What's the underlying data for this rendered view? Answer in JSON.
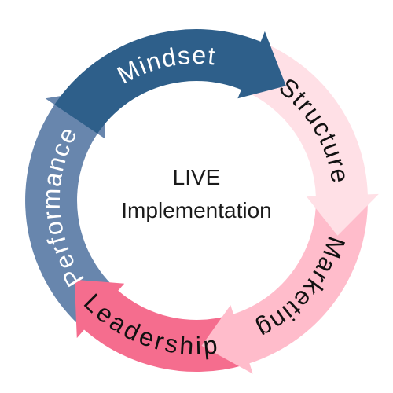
{
  "center": {
    "line1": "LIVE",
    "line2": "Implementation"
  },
  "segments": [
    {
      "label": "Mindset",
      "color": "#2e5f8a",
      "text_color": "#ffffff"
    },
    {
      "label": "Structure",
      "color": "#ffe0e6",
      "text_color": "#111111"
    },
    {
      "label": "Marketing",
      "color": "#ffbccb",
      "text_color": "#111111"
    },
    {
      "label": "Leadership",
      "color": "#f56d8e",
      "text_color": "#111111"
    },
    {
      "label": "Performance",
      "color": "#6886ad",
      "text_color": "#ffffff"
    }
  ]
}
